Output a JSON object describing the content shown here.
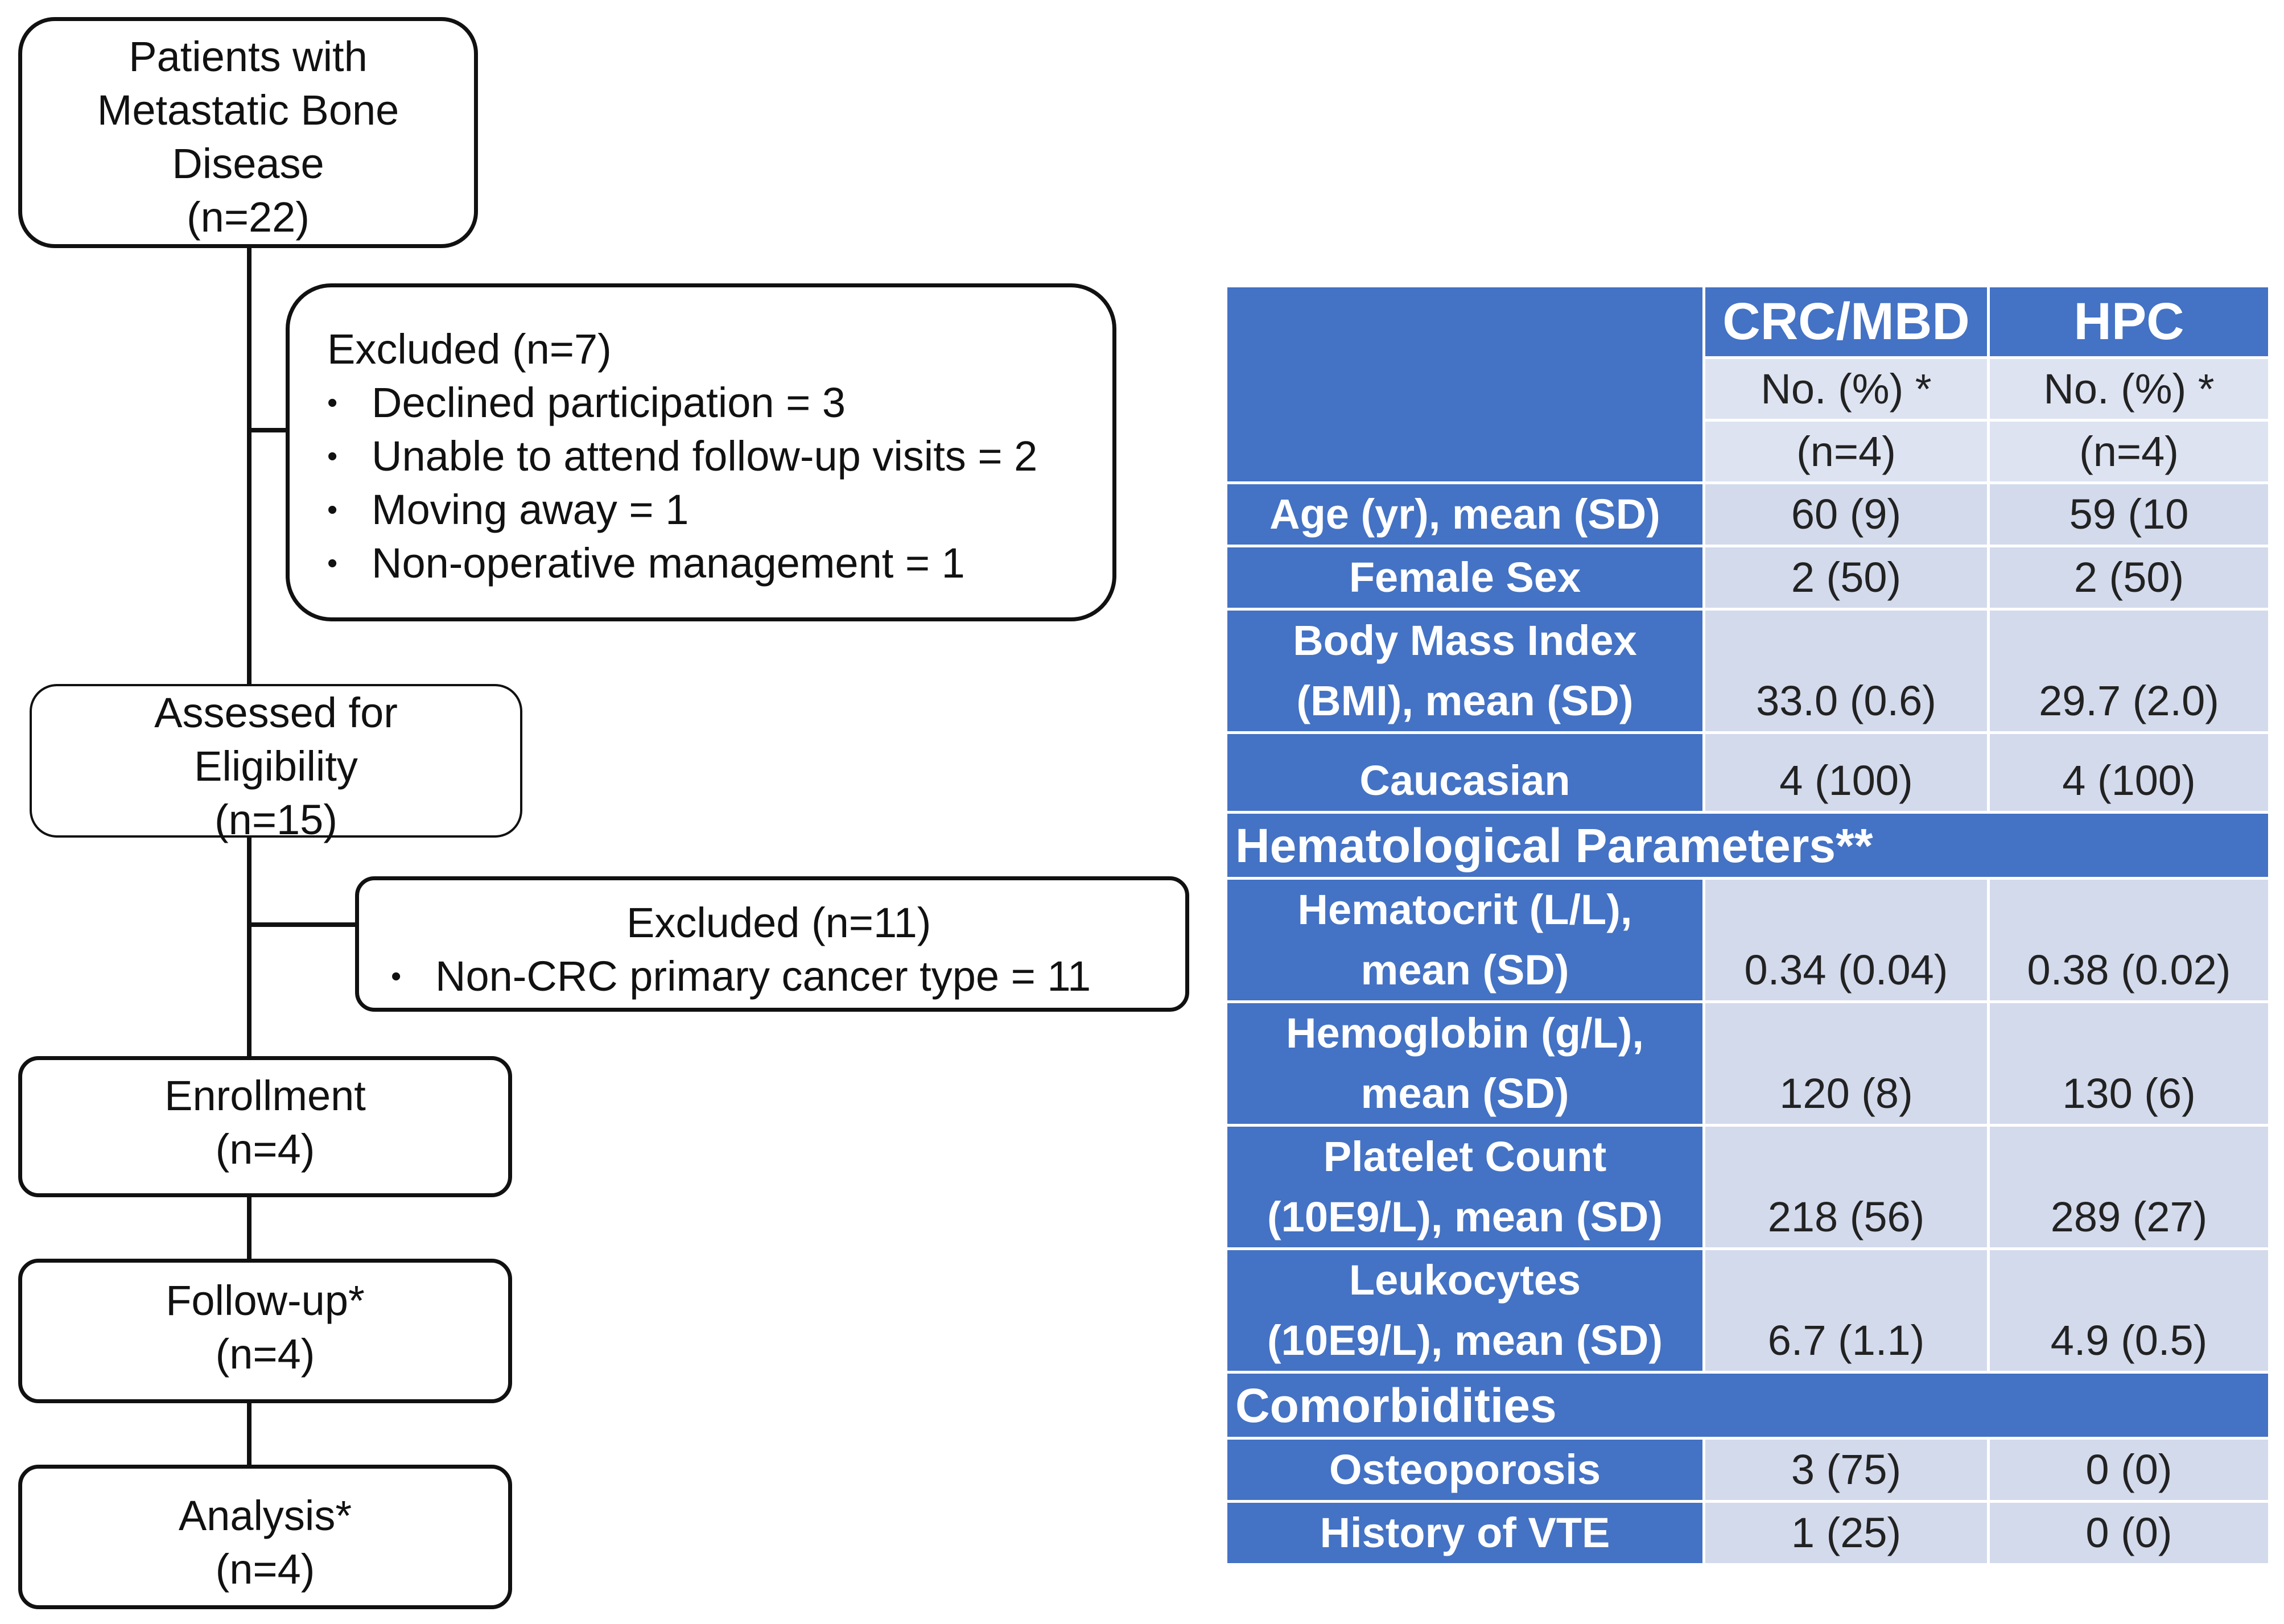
{
  "flowchart": {
    "start": {
      "lines": [
        "Patients with",
        "Metastatic Bone",
        "Disease",
        "(n=22)"
      ]
    },
    "excluded1": {
      "title": "Excluded (n=7)",
      "items": [
        "Declined participation = 3",
        "Unable to attend follow-up visits = 2",
        "Moving away = 1",
        "Non-operative management = 1"
      ]
    },
    "assessed": {
      "lines": [
        "Assessed for",
        "Eligibility",
        "(n=15)"
      ]
    },
    "excluded2": {
      "title": "Excluded (n=11)",
      "items": [
        "Non-CRC primary cancer type = 11"
      ]
    },
    "enrollment": {
      "lines": [
        "Enrollment",
        "(n=4)"
      ]
    },
    "followup": {
      "lines": [
        "Follow-up*",
        "(n=4)"
      ]
    },
    "analysis": {
      "lines": [
        "Analysis*",
        "(n=4)"
      ]
    }
  },
  "table": {
    "columns": [
      "CRC/MBD",
      "HPC"
    ],
    "subheader": [
      "No. (%) *",
      "No. (%) *"
    ],
    "counts": [
      "(n=4)",
      "(n=4)"
    ],
    "rows": [
      {
        "label": [
          "Age (yr), mean (SD)"
        ],
        "values": [
          "60 (9)",
          "59 (10"
        ]
      },
      {
        "label": [
          "Female Sex"
        ],
        "values": [
          "2 (50)",
          "2 (50)"
        ]
      },
      {
        "label": [
          "Body Mass Index",
          "(BMI), mean (SD)"
        ],
        "values": [
          "33.0 (0.6)",
          "29.7 (2.0)"
        ]
      },
      {
        "label": [
          "Caucasian"
        ],
        "values": [
          "4 (100)",
          "4 (100)"
        ]
      }
    ],
    "section_hematological": "Hematological Parameters**",
    "hem_rows": [
      {
        "label": [
          "Hematocrit (L/L),",
          "mean (SD)"
        ],
        "values": [
          "0.34 (0.04)",
          "0.38 (0.02)"
        ]
      },
      {
        "label": [
          "Hemoglobin (g/L),",
          "mean (SD)"
        ],
        "values": [
          "120 (8)",
          "130 (6)"
        ]
      },
      {
        "label": [
          "Platelet Count",
          "(10E9/L), mean (SD)"
        ],
        "values": [
          "218 (56)",
          "289 (27)"
        ]
      },
      {
        "label": [
          "Leukocytes",
          "(10E9/L), mean (SD)"
        ],
        "values": [
          "6.7 (1.1)",
          "4.9 (0.5)"
        ]
      }
    ],
    "section_comorbidities": "Comorbidities",
    "com_rows": [
      {
        "label": [
          "Osteoporosis"
        ],
        "values": [
          "3 (75)",
          "0 (0)"
        ]
      },
      {
        "label": [
          "History of VTE"
        ],
        "values": [
          "1 (25)",
          "0 (0)"
        ]
      }
    ]
  }
}
